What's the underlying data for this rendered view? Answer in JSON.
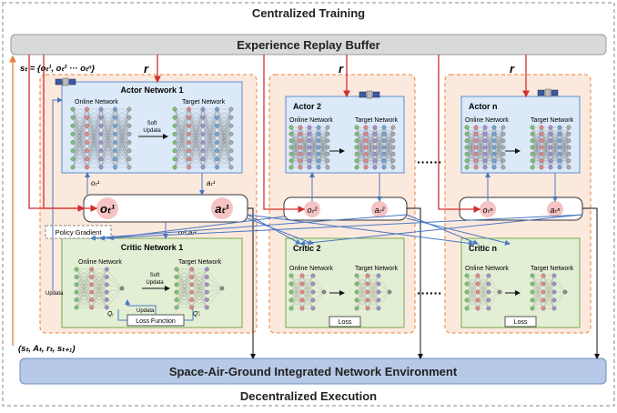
{
  "titles": {
    "top": "Centralized Training",
    "bottom": "Decentralized Execution",
    "replay_buffer": "Experience Replay Buffer",
    "environment": "Space-Air-Ground Integrated Network Environment"
  },
  "labels": {
    "state_eq": "s",
    "state_eq_rest": "= {o",
    "state_full": "sₜ = {oₜ¹, oₜ² ··· oₜⁿ}",
    "reward": "r",
    "transition": "(sₜ, Aₜ, rₜ, sₜ₊₁)",
    "policy_gradient": "Policy Gradient",
    "updata_left": "Updata",
    "obs_act_pair": "oₜ¹,aₜ¹",
    "dots": "······"
  },
  "agents": [
    {
      "actor_title": "Actor Network 1",
      "critic_title": "Critic Network 1",
      "online": "Online Network",
      "target": "Target Network",
      "soft_update": "Soft",
      "soft_update2": "Updata",
      "obs": "oₜ¹",
      "act": "aₜ¹",
      "obs_big": "o",
      "sub_sup": "1",
      "q": "Qᵢ",
      "q_prime": "Q'ᵢ",
      "loss": "Loss Function",
      "critic_updata": "Updata"
    },
    {
      "actor_title": "Actor 2",
      "critic_title": "Critic 2",
      "online": "Online Network",
      "target": "Target Network",
      "obs": "oₜ²",
      "act": "aₜ²",
      "loss": "Loss"
    },
    {
      "actor_title": "Actor n",
      "critic_title": "Critic n",
      "online": "Online Network",
      "target": "Target Network",
      "obs": "oₜⁿ",
      "act": "aₜⁿ",
      "loss": "Loss"
    }
  ],
  "colors": {
    "arrow_red": "#d32f2f",
    "arrow_blue": "#4a78c2",
    "panel_orange_bg": "#fce9dd",
    "panel_orange_border": "#e8813a",
    "actor_bg": "#dbe9f8",
    "actor_border": "#5b8fd0",
    "critic_bg": "#e3efd5",
    "critic_border": "#79a84f",
    "env_bg": "#b6c9e6",
    "buffer_bg": "#d9d9d9",
    "token_bg": "#f6c3c3"
  },
  "icons": [
    "satellite-icon"
  ]
}
